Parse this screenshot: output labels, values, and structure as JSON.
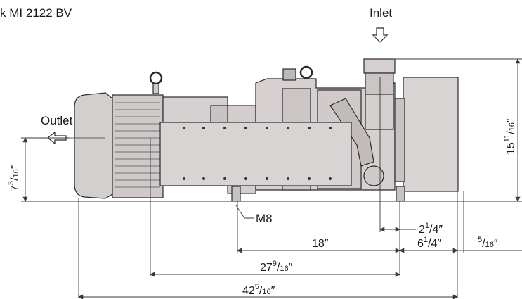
{
  "title": "k MI 2122 BV",
  "labels": {
    "inlet": "Inlet",
    "outlet": "Outlet",
    "thread": "M8"
  },
  "dimensions": {
    "d_2_1_4": {
      "whole": "2",
      "num": "1",
      "den": "4",
      "unit": "″"
    },
    "d_6_1_4": {
      "whole": "6",
      "num": "1",
      "den": "4",
      "unit": "″"
    },
    "d_5_16": {
      "whole": "",
      "num": "5",
      "den": "16",
      "unit": "″"
    },
    "d_18": {
      "whole": "18",
      "num": "",
      "den": "",
      "unit": "″"
    },
    "d_27_9_16": {
      "whole": "27",
      "num": "9",
      "den": "16",
      "unit": "″"
    },
    "d_42_5_16": {
      "whole": "42",
      "num": "5",
      "den": "16",
      "unit": "″"
    },
    "d_7_3_16": {
      "whole": "7",
      "num": "3",
      "den": "16",
      "unit": "″"
    },
    "d_15_11_16": {
      "whole": "15",
      "num": "11",
      "den": "16",
      "unit": "″"
    }
  },
  "colors": {
    "body": "#d9d4d4",
    "body_dark": "#bdb6b6",
    "fan_cover": "#d4cfcf",
    "outline": "#2b2b2b",
    "dim_line": "#3a3a3a"
  }
}
